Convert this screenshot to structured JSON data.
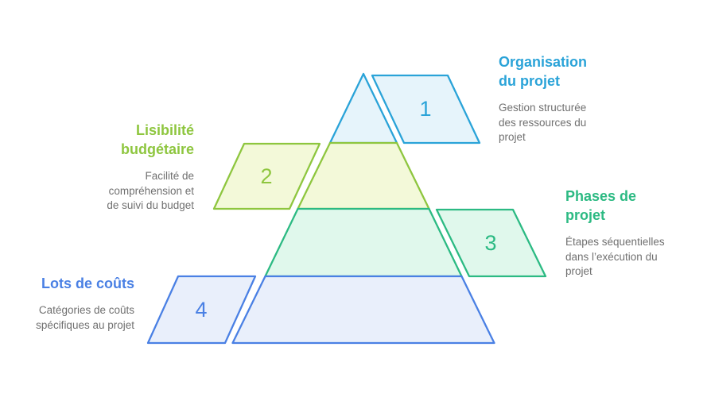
{
  "background_color": "#ffffff",
  "text_muted_color": "#707070",
  "levels": [
    {
      "number": "1",
      "side": "right",
      "title": "Organisation du projet",
      "description": "Gestion structurée des ressources du projet",
      "color": "#2AA3D8",
      "fill": "#E6F4FB"
    },
    {
      "number": "2",
      "side": "left",
      "title": "Lisibilité budgétaire",
      "description": "Facilité de compréhension et de suivi du budget",
      "color": "#8EC63F",
      "fill": "#F3F9D9"
    },
    {
      "number": "3",
      "side": "right",
      "title": "Phases de projet",
      "description": "Étapes séquentielles dans l’exécution du projet",
      "color": "#2CBA83",
      "fill": "#E0F8EC"
    },
    {
      "number": "4",
      "side": "left",
      "title": "Lots de coûts",
      "description": "Catégories de coûts spécifiques au projet",
      "color": "#4A80E4",
      "fill": "#E9EFFB"
    }
  ]
}
